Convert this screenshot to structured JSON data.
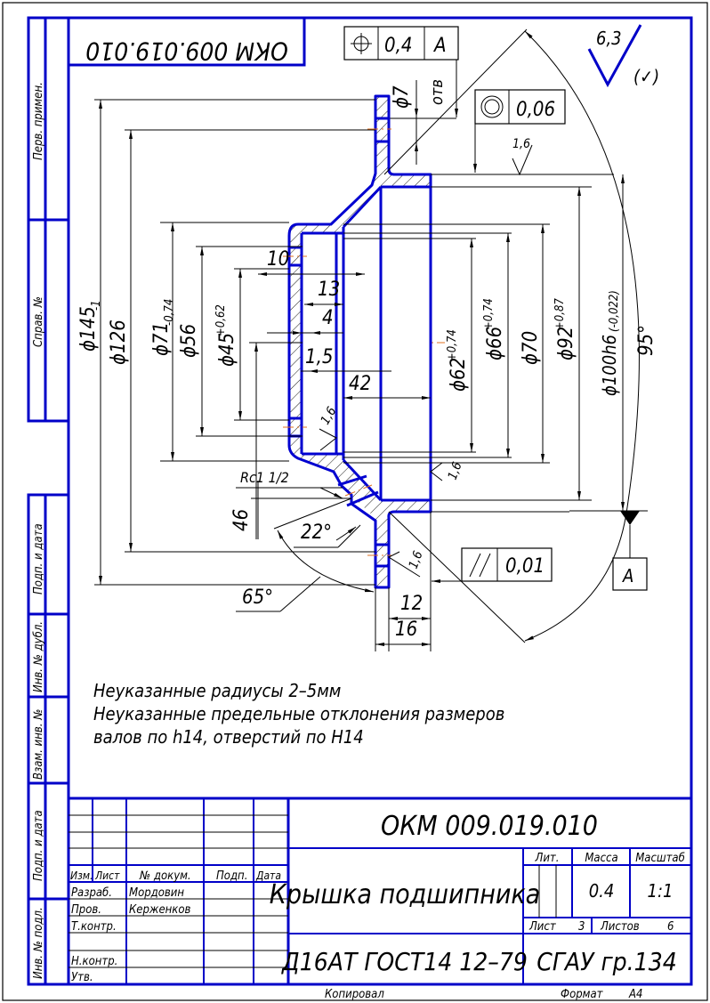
{
  "stamp_top_mirrored": "ОКМ 009.019.010",
  "side_strip": {
    "labels": [
      "Перв. примен.",
      "Справ. №",
      "Подп. и дата",
      "Инв. № дубл.",
      "Взам. инв. №",
      "Подп. и дата",
      "Инв. № подл."
    ]
  },
  "roughness": {
    "general_value": "6,3",
    "general_suffix": "(✓)",
    "surface_value_1": "1,6",
    "surface_value_2": "1,6",
    "surface_value_3": "1,6",
    "surface_value_4": "1,6"
  },
  "tolerances": {
    "position": {
      "symbol": "position-icon",
      "value": "0,4",
      "datum": "A"
    },
    "concentricity": {
      "symbol": "concentricity-icon",
      "value": "0,06"
    },
    "parallelism": {
      "symbol": "parallelism-icon",
      "value": "0,01"
    },
    "datum_label": "A"
  },
  "dimensions": {
    "d145": "ϕ145",
    "d145_tol": "-1",
    "d126": "ϕ126",
    "d71": "ϕ71",
    "d71_tol": "-0,74",
    "d56": "ϕ56",
    "d45": "ϕ45",
    "d45_tol": "+0,62",
    "d62": "ϕ62",
    "d62_tol": "+0,74",
    "d66": "ϕ66",
    "d66_tol": "+0,74",
    "d70": "ϕ70",
    "d92": "ϕ92",
    "d92_tol": "+0,87",
    "d100": "ϕ100h6",
    "d100_tol": "(-0,022)",
    "hole": "ϕ7",
    "hole_note": "отв",
    "l10": "10",
    "l13": "13",
    "l4": "4",
    "l15": "1,5",
    "l42": "42",
    "l46": "46",
    "l12": "12",
    "l16": "16",
    "thread": "Rc1 1/2",
    "angle22": "22°",
    "angle65": "65°",
    "angle95": "95°"
  },
  "notes": [
    "Неуказанные радиусы 2–5мм",
    "Неуказанные предельные отклонения размеров",
    "валов по h14, отверстий по H14"
  ],
  "title_block": {
    "designation": "ОКМ 009.019.010",
    "part_name": "Крышка подшипника",
    "material": "Д16АТ ГОСТ14 12–79",
    "organization": "СГАУ гр.134",
    "headers": {
      "izm": "Изм.",
      "list": "Лист",
      "doc": "№ докум.",
      "sign": "Подп.",
      "date": "Дата"
    },
    "roles": [
      {
        "role": "Разраб.",
        "name": "Мордовин"
      },
      {
        "role": "Пров.",
        "name": "Керженков"
      },
      {
        "role": "Т.контр.",
        "name": ""
      },
      {
        "role": "",
        "name": ""
      },
      {
        "role": "Н.контр.",
        "name": ""
      },
      {
        "role": "Утв.",
        "name": ""
      }
    ],
    "lit_label": "Лит.",
    "mass_label": "Масса",
    "scale_label": "Масштаб",
    "mass": "0.4",
    "scale": "1:1",
    "sheet_label": "Лист",
    "sheet": "3",
    "sheets_label": "Листов",
    "sheets": "6",
    "copied_label": "Копировал",
    "format_label": "Формат",
    "format": "A4"
  }
}
